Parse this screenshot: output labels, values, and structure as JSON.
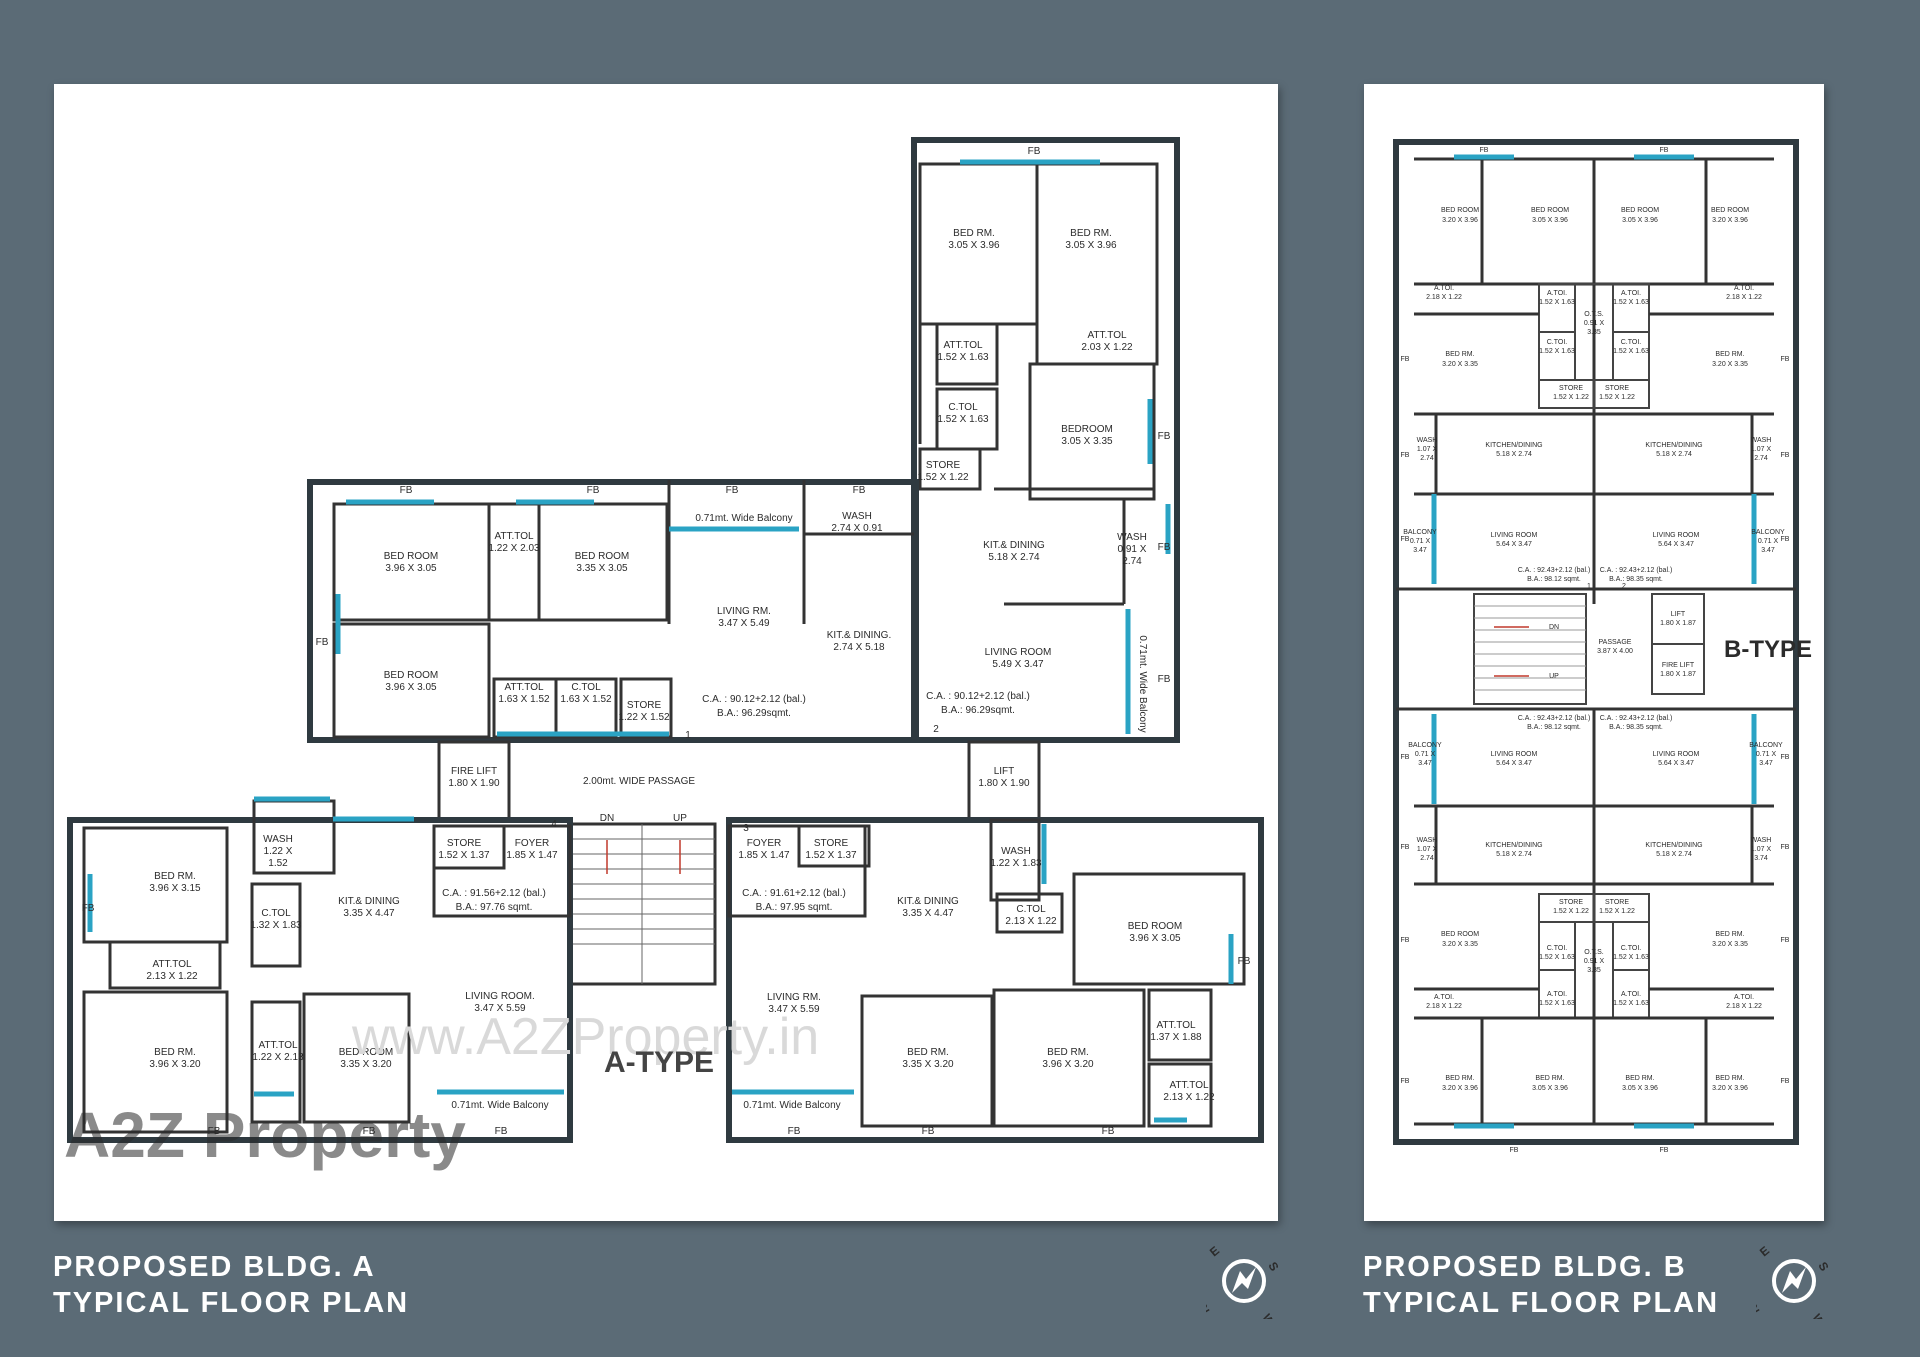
{
  "building_a": {
    "caption_line1": "PROPOSED BLDG. A",
    "caption_line2": "TYPICAL FLOOR PLAN",
    "type_label": "A-TYPE",
    "watermark": "www.A2ZProperty.in",
    "logo_text": "A2Z Property",
    "fb": "FB",
    "passage": "2.00mt. WIDE PASSAGE",
    "dn": "DN",
    "up": "UP",
    "unit1": {
      "bed1_name": "BED ROOM",
      "bed1_size": "3.96 X 3.05",
      "tol_name": "ATT.TOL",
      "tol_size": "1.22 X 2.03",
      "bed2_name": "BED ROOM",
      "bed2_size": "3.35 X 3.05",
      "balcony": "0.71mt. Wide Balcony",
      "wash_name": "WASH",
      "wash_size": "2.74 X 0.91",
      "living_name": "LIVING RM.",
      "living_size": "3.47 X 5.49",
      "kit_name": "KIT.& DINING.",
      "kit_size": "2.74 X 5.18",
      "bed3_name": "BED ROOM",
      "bed3_size": "3.96 X 3.05",
      "tol2_name": "ATT.TOL",
      "tol2_size": "1.63 X 1.52",
      "ctol_name": "C.TOL",
      "ctol_size": "1.63 X 1.52",
      "store_name": "STORE",
      "store_size": "1.22 X 1.52",
      "ca": "C.A. : 90.12+2.12 (bal.)",
      "ba": "B.A.: 96.29sqmt.",
      "num": "1"
    },
    "unit2": {
      "bed1_name": "BED RM.",
      "bed1_size": "3.05 X 3.96",
      "bed2_name": "BED RM.",
      "bed2_size": "3.05 X 3.96",
      "tol1_name": "ATT.TOL",
      "tol1_size": "1.52 X 1.63",
      "tol2_name": "ATT.TOL",
      "tol2_size": "2.03 X 1.22",
      "ctol_name": "C.TOL",
      "ctol_size": "1.52 X 1.63",
      "bed3_name": "BEDROOM",
      "bed3_size": "3.05 X 3.35",
      "store_name": "STORE",
      "store_size": "1.52 X 1.22",
      "kit_name": "KIT.& DINING",
      "kit_size": "5.18 X 2.74",
      "wash_name": "WASH",
      "wash_size1": "0.91 X",
      "wash_size2": "2.74",
      "living_name": "LIVING ROOM",
      "living_size": "5.49 X 3.47",
      "balcony": "0.71mt. Wide Balcony",
      "ca": "C.A. : 90.12+2.12 (bal.)",
      "ba": "B.A.: 96.29sqmt.",
      "num": "2"
    },
    "core": {
      "firelift_name": "FIRE LIFT",
      "firelift_size": "1.80 X 1.90",
      "lift_name": "LIFT",
      "lift_size": "1.80 X 1.90"
    },
    "unit4": {
      "bed1_name": "BED RM.",
      "bed1_size": "3.96 X 3.15",
      "wash_name": "WASH",
      "wash_size1": "1.22 X",
      "wash_size2": "1.52",
      "store_name": "STORE",
      "store_size": "1.52 X 1.37",
      "foyer_name": "FOYER",
      "foyer_size": "1.85 X 1.47",
      "ctol_name": "C.TOL",
      "ctol_size": "1.32 X 1.83",
      "kit_name": "KIT.& DINING",
      "kit_size": "3.35 X 4.47",
      "tol1_name": "ATT.TOL",
      "tol1_size": "2.13 X 1.22",
      "ca": "C.A. : 91.56+2.12 (bal.)",
      "ba": "B.A.: 97.76 sqmt.",
      "living_name": "LIVING ROOM.",
      "living_size": "3.47 X 5.59",
      "bed2_name": "BED RM.",
      "bed2_size": "3.96 X 3.20",
      "tol2_name": "ATT.TOL",
      "tol2_size": "1.22 X 2.13",
      "bed3_name": "BED ROOM",
      "bed3_size": "3.35 X 3.20",
      "balcony": "0.71mt. Wide Balcony",
      "num": "4"
    },
    "unit3": {
      "foyer_name": "FOYER",
      "foyer_size": "1.85 X 1.47",
      "store_name": "STORE",
      "store_size": "1.52 X 1.37",
      "wash_name": "WASH",
      "wash_size": "1.22 X 1.83",
      "ca": "C.A. : 91.61+2.12 (bal.)",
      "ba": "B.A.: 97.95 sqmt.",
      "kit_name": "KIT.& DINING",
      "kit_size": "3.35 X 4.47",
      "ctol_name": "C.TOL",
      "ctol_size": "2.13 X 1.22",
      "bed1_name": "BED ROOM",
      "bed1_size": "3.96 X 3.05",
      "living_name": "LIVING RM.",
      "living_size": "3.47 X 5.59",
      "bed2_name": "BED RM.",
      "bed2_size": "3.35 X 3.20",
      "bed3_name": "BED RM.",
      "bed3_size": "3.96 X 3.20",
      "tol1_name": "ATT.TOL",
      "tol1_size": "1.37 X 1.88",
      "tol2_name": "ATT.TOL",
      "tol2_size": "2.13 X 1.22",
      "balcony": "0.71mt. Wide Balcony",
      "num": "3"
    }
  },
  "building_b": {
    "caption_line1": "PROPOSED BLDG. B",
    "caption_line2": "TYPICAL FLOOR PLAN",
    "type_label": "B-TYPE",
    "fb": "FB",
    "upper": {
      "bed_a_name": "BED ROOM",
      "bed_a_size": "3.20 X 3.96",
      "bed_b_name": "BED ROOM",
      "bed_b_size": "3.05 X 3.96",
      "bed_c_name": "BED ROOM",
      "bed_c_size": "3.05 X 3.96",
      "bed_d_name": "BED ROOM",
      "bed_d_size": "3.20 X 3.96",
      "atol_l_name": "A.TOI.",
      "atol_l_size": "2.18 X 1.22",
      "atol_ml_name": "A.TOI.",
      "atol_ml_size": "1.52 X 1.63",
      "ots_name": "O.T.S.",
      "ots_size1": "0.91 X",
      "ots_size2": "3.35",
      "atol_mr_name": "A.TOI.",
      "atol_mr_size": "1.52 X 1.63",
      "atol_r_name": "A.TOI.",
      "atol_r_size": "2.18 X 1.22",
      "bed_e_name": "BED RM.",
      "bed_e_size": "3.20 X 3.35",
      "ctol_l_name": "C.TOI.",
      "ctol_l_size": "1.52 X 1.63",
      "ctol_r_name": "C.TOI.",
      "ctol_r_size": "1.52 X 1.63",
      "bed_f_name": "BED RM.",
      "bed_f_size": "3.20 X 3.35",
      "store_l_name": "STORE",
      "store_l_size": "1.52 X 1.22",
      "store_r_name": "STORE",
      "store_r_size": "1.52 X 1.22",
      "wash_l_name": "WASH",
      "wash_l_size1": "1.07 X",
      "wash_l_size2": "2.74",
      "kit_l_name": "KITCHEN/DINING",
      "kit_l_size": "5.18 X 2.74",
      "kit_r_name": "KITCHEN/DINING",
      "kit_r_size": "5.18 X 2.74",
      "wash_r_name": "WASH",
      "wash_r_size1": "1.07 X",
      "wash_r_size2": "2.74",
      "bal_l_name": "BALCONY",
      "bal_l_size1": "0.71 X",
      "bal_l_size2": "3.47",
      "liv_l_name": "LIVING ROOM",
      "liv_l_size": "5.64 X 3.47",
      "liv_r_name": "LIVING ROOM",
      "liv_r_size": "5.64 X 3.47",
      "bal_r_name": "BALCONY",
      "bal_r_size1": "0.71 X",
      "bal_r_size2": "3.47",
      "ca_l": "C.A. : 92.43+2.12 (bal.)",
      "ba_l": "B.A.: 98.12 sqmt.",
      "ca_r": "C.A. : 92.43+2.12 (bal.)",
      "ba_r": "B.A.: 98.35 sqmt.",
      "num_l": "1",
      "num_r": "2"
    },
    "core": {
      "dn": "DN",
      "up": "UP",
      "passage_name": "PASSAGE",
      "passage_size": "3.87 X 4.00",
      "lift_name": "LIFT",
      "lift_size": "1.80 X 1.87",
      "firelift_name": "FIRE LIFT",
      "firelift_size": "1.80 X 1.87"
    },
    "lower": {
      "ca_l": "C.A. : 92.43+2.12 (bal.)",
      "ba_l": "B.A.: 98.12 sqmt.",
      "ca_r": "C.A. : 92.43+2.12 (bal.)",
      "ba_r": "B.A.: 98.35 sqmt.",
      "bal_l_name": "BALCONY",
      "bal_l_size1": "0.71 X",
      "bal_l_size2": "3.47",
      "liv_l_name": "LIVING ROOM",
      "liv_l_size": "5.64 X 3.47",
      "liv_r_name": "LIVING ROOM",
      "liv_r_size": "5.64 X 3.47",
      "bal_r_name": "BALCONY",
      "bal_r_size1": "0.71 X",
      "bal_r_size2": "3.47",
      "wash_l_name": "WASH",
      "wash_l_size1": "1.07 X",
      "wash_l_size2": "2.74",
      "kit_l_name": "KITCHEN/DINING",
      "kit_l_size": "5.18 X 2.74",
      "kit_r_name": "KITCHEN/DINING",
      "kit_r_size": "5.18 X 2.74",
      "wash_r_name": "WASH",
      "wash_r_size1": "1.07 X",
      "wash_r_size2": "3.74",
      "store_l_name": "STORE",
      "store_l_size": "1.52 X 1.22",
      "store_r_name": "STORE",
      "store_r_size": "1.52 X 1.22",
      "bed_e_name": "BED ROOM",
      "bed_e_size": "3.20 X 3.35",
      "ctol_l_name": "C.TOI.",
      "ctol_l_size": "1.52 X 1.63",
      "ots_name": "O.T.S.",
      "ots_size1": "0.91 X",
      "ots_size2": "3.35",
      "ctol_r_name": "C.TOI.",
      "ctol_r_size": "1.52 X 1.63",
      "bed_f_name": "BED RM.",
      "bed_f_size": "3.20 X 3.35",
      "atol_l_name": "A.TOI.",
      "atol_l_size": "2.18 X 1.22",
      "atol_ml_name": "A.TOI.",
      "atol_ml_size": "1.52 X 1.63",
      "atol_mr_name": "A.TOI.",
      "atol_mr_size": "1.52 X 1.63",
      "atol_r_name": "A.TOI.",
      "atol_r_size": "2.18 X 1.22",
      "bed_a_name": "BED RM.",
      "bed_a_size": "3.20 X 3.96",
      "bed_b_name": "BED RM.",
      "bed_b_size": "3.05 X 3.96",
      "bed_c_name": "BED RM.",
      "bed_c_size": "3.05 X 3.96",
      "bed_d_name": "BED RM.",
      "bed_d_size": "3.20 X 3.96"
    }
  },
  "compass": {
    "n": "N",
    "s": "S",
    "e": "E",
    "w": "W"
  },
  "colors": {
    "background": "#5b6b76",
    "panel": "#ffffff",
    "wall": "#333333",
    "window_blue": "#2aa3c4",
    "caption_text": "#ffffff"
  }
}
